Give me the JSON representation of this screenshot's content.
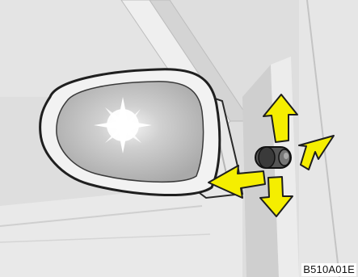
{
  "figure": {
    "code": "B510A01E",
    "colors": {
      "background": "#dcdcdc",
      "panel": "#eeeeee",
      "outline": "#2a2a2a",
      "mirror_glass": "#b9b9b9",
      "glare": "#ffffff",
      "arrow_fill": "#f5ee00",
      "arrow_stroke": "#1e1e1e"
    },
    "icons": [
      "mirror-housing",
      "mirror-glass",
      "adjustment-knob",
      "arrow-up",
      "arrow-down",
      "arrow-left",
      "arrow-right"
    ]
  }
}
